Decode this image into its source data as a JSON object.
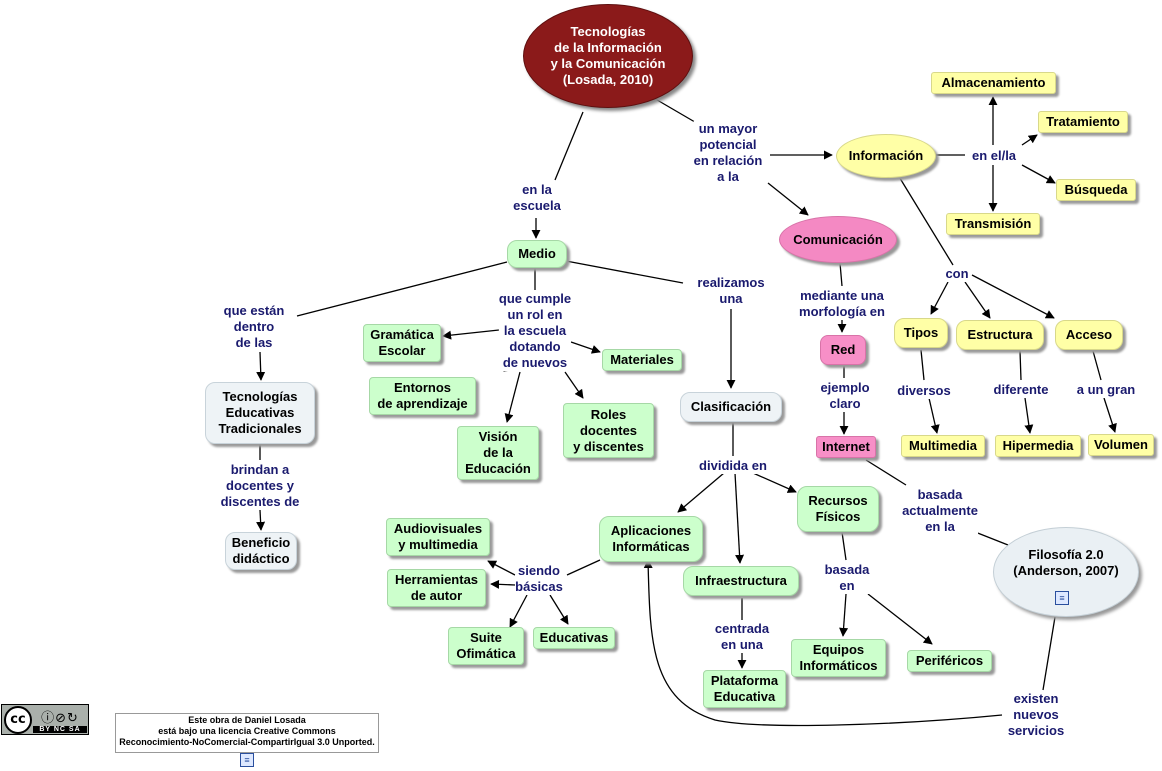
{
  "nodes": {
    "tic": "Tecnologías\nde la Información\ny la Comunicación\n(Losada, 2010)",
    "medio": "Medio",
    "informacion": "Información",
    "comunicacion": "Comunicación",
    "almacenamiento": "Almacenamiento",
    "tratamiento": "Tratamiento",
    "busqueda": "Búsqueda",
    "transmision": "Transmisión",
    "tipos": "Tipos",
    "estructura": "Estructura",
    "acceso": "Acceso",
    "multimedia": "Multimedia",
    "hipermedia": "Hipermedia",
    "volumen": "Volumen",
    "red": "Red",
    "internet": "Internet",
    "filosofia": "Filosofía 2.0\n(Anderson, 2007)",
    "tecnologias_tradicionales": "Tecnologías\nEducativas\nTradicionales",
    "beneficio": "Beneficio\ndidáctico",
    "gramatica": "Gramática\nEscolar",
    "materiales": "Materiales",
    "entornos": "Entornos\nde aprendizaje",
    "roles": "Roles\ndocentes\ny discentes",
    "vision": "Visión\nde la\nEducación",
    "clasificacion": "Clasificación",
    "aplicaciones": "Aplicaciones\nInformáticas",
    "recursos": "Recursos\nFísicos",
    "infraestructura": "Infraestructura",
    "plataforma": "Plataforma\nEducativa",
    "equipos": "Equipos\nInformáticos",
    "perifericos": "Periféricos",
    "audiovisuales": "Audiovisuales\ny multimedia",
    "herramientas": "Herramientas\nde autor",
    "suite": "Suite\nOfimática",
    "educativas": "Educativas"
  },
  "links": {
    "en_la_escuela": "en la\nescuela",
    "un_mayor": "un mayor\npotencial\nen relación\na la",
    "en_el_la": "en el/la",
    "con": "con",
    "diversos": "diversos",
    "diferente": "diferente",
    "a_un_gran": "a un gran",
    "mediante": "mediante una\nmorfología en",
    "ejemplo": "ejemplo\nclaro",
    "basada_actualmente": "basada\nactualmente\nen la",
    "que_estan": "que están\ndentro\nde las",
    "brindan": "brindan a\ndocentes y\ndiscentes de",
    "que_cumple": "que cumple\nun rol en\nla escuela\ndotando\nde nuevos",
    "realizamos": "realizamos\nuna",
    "dividida": "dividida en",
    "siendo": "siendo\nbásicas",
    "centrada": "centrada\nen una",
    "basada_en": "basada\nen",
    "existen": "existen\nnuevos\nservicios"
  },
  "license": {
    "cc_mark": "cc",
    "abbr": "BY  NC  SA",
    "text": "Este obra de Daniel Losada\nestá bajo una licencia Creative Commons\nReconocimiento-NoComercial-CompartirIgual 3.0 Unported."
  },
  "colors": {
    "root": "#8b1a1a",
    "green": "#ccffcc",
    "yellow": "#ffffa6",
    "pink": "#f489c3",
    "gray": "#eef3f6",
    "link_text": "#1a1a6e"
  }
}
